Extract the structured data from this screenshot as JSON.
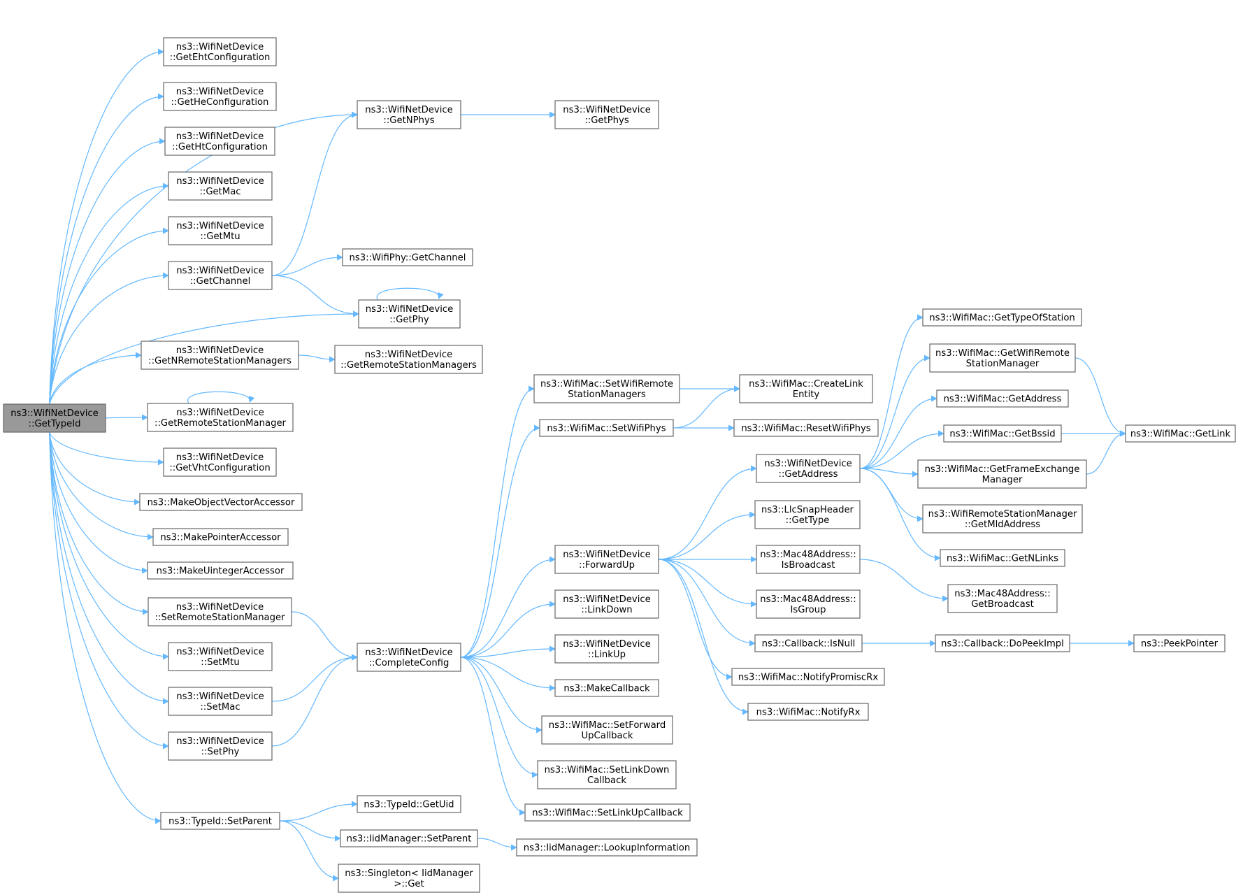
{
  "graph": {
    "colors": {
      "edge": "#63b8ff",
      "node_border": "#666666",
      "root_fill": "#999999",
      "node_fill": "#ffffff"
    },
    "nodes": [
      {
        "id": "root",
        "lines": [
          "ns3::WifiNetDevice",
          "::GetTypeId"
        ],
        "root": true
      },
      {
        "id": "getEht",
        "lines": [
          "ns3::WifiNetDevice",
          "::GetEhtConfiguration"
        ]
      },
      {
        "id": "getHe",
        "lines": [
          "ns3::WifiNetDevice",
          "::GetHeConfiguration"
        ]
      },
      {
        "id": "getHt",
        "lines": [
          "ns3::WifiNetDevice",
          "::GetHtConfiguration"
        ]
      },
      {
        "id": "getMac",
        "lines": [
          "ns3::WifiNetDevice",
          "::GetMac"
        ]
      },
      {
        "id": "getMtu",
        "lines": [
          "ns3::WifiNetDevice",
          "::GetMtu"
        ]
      },
      {
        "id": "getChannel",
        "lines": [
          "ns3::WifiNetDevice",
          "::GetChannel"
        ]
      },
      {
        "id": "getNRSM",
        "lines": [
          "ns3::WifiNetDevice",
          "::GetNRemoteStationManagers"
        ]
      },
      {
        "id": "getRSM",
        "lines": [
          "ns3::WifiNetDevice",
          "::GetRemoteStationManager"
        ]
      },
      {
        "id": "getVht",
        "lines": [
          "ns3::WifiNetDevice",
          "::GetVhtConfiguration"
        ]
      },
      {
        "id": "makeOVA",
        "lines": [
          "ns3::MakeObjectVectorAccessor"
        ]
      },
      {
        "id": "makePA",
        "lines": [
          "ns3::MakePointerAccessor"
        ]
      },
      {
        "id": "makeUA",
        "lines": [
          "ns3::MakeUintegerAccessor"
        ]
      },
      {
        "id": "setRSM",
        "lines": [
          "ns3::WifiNetDevice",
          "::SetRemoteStationManager"
        ]
      },
      {
        "id": "setMtu",
        "lines": [
          "ns3::WifiNetDevice",
          "::SetMtu"
        ]
      },
      {
        "id": "setMac",
        "lines": [
          "ns3::WifiNetDevice",
          "::SetMac"
        ]
      },
      {
        "id": "setPhy",
        "lines": [
          "ns3::WifiNetDevice",
          "::SetPhy"
        ]
      },
      {
        "id": "setParent",
        "lines": [
          "ns3::TypeId::SetParent"
        ]
      },
      {
        "id": "getNPhys",
        "lines": [
          "ns3::WifiNetDevice",
          "::GetNPhys"
        ]
      },
      {
        "id": "getPhys",
        "lines": [
          "ns3::WifiNetDevice",
          "::GetPhys"
        ]
      },
      {
        "id": "phyGetChannel",
        "lines": [
          "ns3::WifiPhy::GetChannel"
        ]
      },
      {
        "id": "getPhy",
        "lines": [
          "ns3::WifiNetDevice",
          "::GetPhy"
        ]
      },
      {
        "id": "getRSMs",
        "lines": [
          "ns3::WifiNetDevice",
          "::GetRemoteStationManagers"
        ]
      },
      {
        "id": "completeConfig",
        "lines": [
          "ns3::WifiNetDevice",
          "::CompleteConfig"
        ]
      },
      {
        "id": "getUid",
        "lines": [
          "ns3::TypeId::GetUid"
        ]
      },
      {
        "id": "iidSetParent",
        "lines": [
          "ns3::IidManager::SetParent"
        ]
      },
      {
        "id": "singletonGet",
        "lines": [
          "ns3::Singleton< IidManager",
          ">::Get"
        ]
      },
      {
        "id": "lookupInfo",
        "lines": [
          "ns3::IidManager::LookupInformation"
        ]
      },
      {
        "id": "setWifiRSMs",
        "lines": [
          "ns3::WifiMac::SetWifiRemote",
          "StationManagers"
        ]
      },
      {
        "id": "setWifiPhys",
        "lines": [
          "ns3::WifiMac::SetWifiPhys"
        ]
      },
      {
        "id": "forwardUp",
        "lines": [
          "ns3::WifiNetDevice",
          "::ForwardUp"
        ]
      },
      {
        "id": "linkDown",
        "lines": [
          "ns3::WifiNetDevice",
          "::LinkDown"
        ]
      },
      {
        "id": "linkUp",
        "lines": [
          "ns3::WifiNetDevice",
          "::LinkUp"
        ]
      },
      {
        "id": "makeCallback",
        "lines": [
          "ns3::MakeCallback"
        ]
      },
      {
        "id": "setForwardUpCb",
        "lines": [
          "ns3::WifiMac::SetForward",
          "UpCallback"
        ]
      },
      {
        "id": "setLinkDownCb",
        "lines": [
          "ns3::WifiMac::SetLinkDown",
          "Callback"
        ]
      },
      {
        "id": "setLinkUpCb",
        "lines": [
          "ns3::WifiMac::SetLinkUpCallback"
        ]
      },
      {
        "id": "createLink",
        "lines": [
          "ns3::WifiMac::CreateLink",
          "Entity"
        ]
      },
      {
        "id": "resetPhys",
        "lines": [
          "ns3::WifiMac::ResetWifiPhys"
        ]
      },
      {
        "id": "getAddress",
        "lines": [
          "ns3::WifiNetDevice",
          "::GetAddress"
        ]
      },
      {
        "id": "llcGetType",
        "lines": [
          "ns3::LlcSnapHeader",
          "::GetType"
        ]
      },
      {
        "id": "isBroadcast",
        "lines": [
          "ns3::Mac48Address::",
          "IsBroadcast"
        ]
      },
      {
        "id": "isGroup",
        "lines": [
          "ns3::Mac48Address::",
          "IsGroup"
        ]
      },
      {
        "id": "isNull",
        "lines": [
          "ns3::Callback::IsNull"
        ]
      },
      {
        "id": "notifyPromisc",
        "lines": [
          "ns3::WifiMac::NotifyPromiscRx"
        ]
      },
      {
        "id": "notifyRx",
        "lines": [
          "ns3::WifiMac::NotifyRx"
        ]
      },
      {
        "id": "getTypeOfStation",
        "lines": [
          "ns3::WifiMac::GetTypeOfStation"
        ]
      },
      {
        "id": "getWifiRSM",
        "lines": [
          "ns3::WifiMac::GetWifiRemote",
          "StationManager"
        ]
      },
      {
        "id": "macGetAddress",
        "lines": [
          "ns3::WifiMac::GetAddress"
        ]
      },
      {
        "id": "getBssid",
        "lines": [
          "ns3::WifiMac::GetBssid"
        ]
      },
      {
        "id": "getFEM",
        "lines": [
          "ns3::WifiMac::GetFrameExchange",
          "Manager"
        ]
      },
      {
        "id": "getMldAddress",
        "lines": [
          "ns3::WifiRemoteStationManager",
          "::GetMldAddress"
        ]
      },
      {
        "id": "getNLinks",
        "lines": [
          "ns3::WifiMac::GetNLinks"
        ]
      },
      {
        "id": "getBroadcast",
        "lines": [
          "ns3::Mac48Address::",
          "GetBroadcast"
        ]
      },
      {
        "id": "doPeekImpl",
        "lines": [
          "ns3::Callback::DoPeekImpl"
        ]
      },
      {
        "id": "getLink",
        "lines": [
          "ns3::WifiMac::GetLink"
        ]
      },
      {
        "id": "peekPointer",
        "lines": [
          "ns3::PeekPointer"
        ]
      }
    ]
  }
}
